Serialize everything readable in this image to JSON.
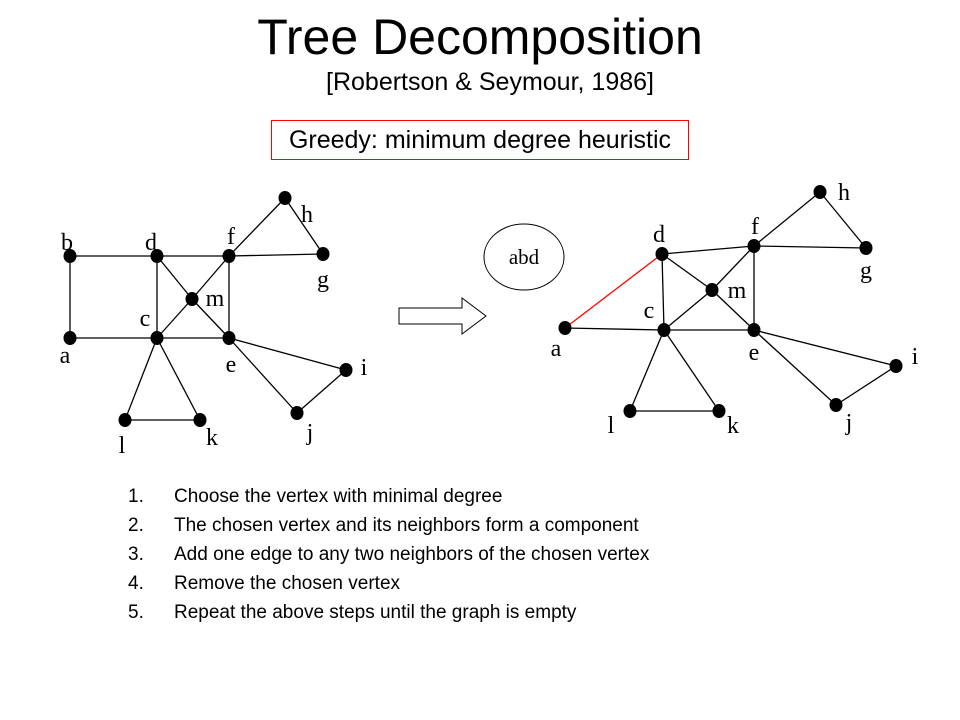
{
  "title": "Tree Decomposition",
  "subtitle": "[Robertson & Seymour, 1986]",
  "callout": "Greedy: minimum degree heuristic",
  "component_label": "abd",
  "colors": {
    "edge": "#000000",
    "added_edge": "#ff0000",
    "callout_border": "#ff0000",
    "vertex": "#000000"
  },
  "steps": [
    {
      "num": "1.",
      "text": "Choose the vertex with minimal degree"
    },
    {
      "num": "2.",
      "text": "The chosen vertex and its neighbors form a component"
    },
    {
      "num": "3.",
      "text": "Add one edge to any two neighbors of the chosen vertex"
    },
    {
      "num": "4.",
      "text": "Remove the chosen vertex"
    },
    {
      "num": "5.",
      "text": "Repeat the above steps until the graph is empty"
    }
  ],
  "graph_before": {
    "vertices": [
      "a",
      "b",
      "c",
      "d",
      "e",
      "f",
      "g",
      "h",
      "i",
      "j",
      "k",
      "l",
      "m"
    ],
    "edges": [
      [
        "b",
        "d"
      ],
      [
        "d",
        "f"
      ],
      [
        "f",
        "g"
      ],
      [
        "f",
        "h"
      ],
      [
        "h",
        "g"
      ],
      [
        "b",
        "a"
      ],
      [
        "a",
        "c"
      ],
      [
        "c",
        "e"
      ],
      [
        "d",
        "c"
      ],
      [
        "f",
        "e"
      ],
      [
        "d",
        "m"
      ],
      [
        "m",
        "e"
      ],
      [
        "f",
        "m"
      ],
      [
        "m",
        "c"
      ],
      [
        "c",
        "l"
      ],
      [
        "c",
        "k"
      ],
      [
        "l",
        "k"
      ],
      [
        "e",
        "i"
      ],
      [
        "e",
        "j"
      ],
      [
        "i",
        "j"
      ]
    ]
  },
  "graph_after": {
    "vertices": [
      "a",
      "c",
      "d",
      "e",
      "f",
      "g",
      "h",
      "i",
      "j",
      "k",
      "l",
      "m"
    ],
    "edges": [
      [
        "d",
        "f"
      ],
      [
        "f",
        "g"
      ],
      [
        "f",
        "h"
      ],
      [
        "h",
        "g"
      ],
      [
        "a",
        "c"
      ],
      [
        "c",
        "e"
      ],
      [
        "d",
        "c"
      ],
      [
        "f",
        "e"
      ],
      [
        "d",
        "m"
      ],
      [
        "m",
        "e"
      ],
      [
        "f",
        "m"
      ],
      [
        "m",
        "c"
      ],
      [
        "c",
        "l"
      ],
      [
        "c",
        "k"
      ],
      [
        "l",
        "k"
      ],
      [
        "e",
        "i"
      ],
      [
        "e",
        "j"
      ],
      [
        "i",
        "j"
      ]
    ],
    "added_edges": [
      [
        "a",
        "d"
      ]
    ]
  }
}
